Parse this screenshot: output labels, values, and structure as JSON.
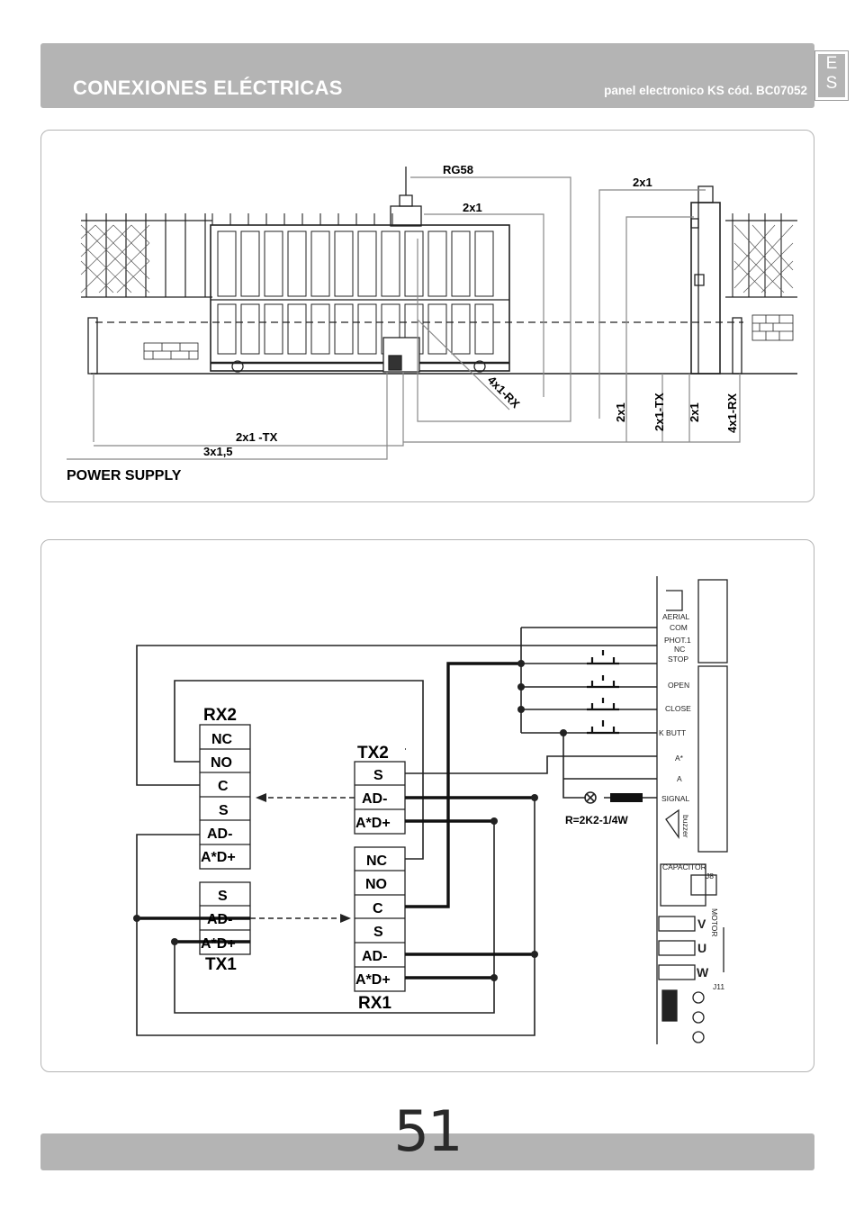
{
  "header": {
    "title": "CONEXIONES ELÉCTRICAS",
    "subtitle": "panel electronico KS cód. BC07052",
    "lang_top": "E",
    "lang_bottom": "S"
  },
  "diagram1": {
    "cable_rg58": "RG58",
    "cable_2x1_top_right": "2x1",
    "cable_2x1_mid": "2x1",
    "cable_4x1_rx_diag": "4x1-RX",
    "cable_2x1_tx": "2x1 -TX",
    "cable_3x1_5": "3x1,5",
    "power_supply": "POWER SUPPLY",
    "vertical_labels": [
      "2x1",
      "2x1-TX",
      "2x1",
      "4x1-RX"
    ]
  },
  "diagram2": {
    "rx2": {
      "title": "RX2",
      "terminals": [
        "NC",
        "NO",
        "C",
        "S",
        "AD-",
        "A*D+"
      ]
    },
    "tx2": {
      "title": "TX2",
      "terminals": [
        "S",
        "AD-",
        "A*D+"
      ]
    },
    "tx1": {
      "title": "TX1",
      "terminals": [
        "S",
        "AD-",
        "A*D+"
      ]
    },
    "rx1": {
      "title": "RX1",
      "terminals": [
        "NC",
        "NO",
        "C",
        "S",
        "AD-",
        "A*D+"
      ]
    },
    "resistor_label": "R=2K2-1/4W",
    "board_labels": [
      "AERIAL",
      "COM",
      "PHOT.1",
      "NC",
      "STOP",
      "OPEN",
      "CLOSE",
      "K BUTT",
      "A*",
      "A",
      "SIGNAL",
      "buzzer",
      "CAPACITOR",
      "J8",
      "V",
      "U",
      "W",
      "MOTOR",
      "J11"
    ]
  },
  "footer": {
    "page_number": "51"
  }
}
